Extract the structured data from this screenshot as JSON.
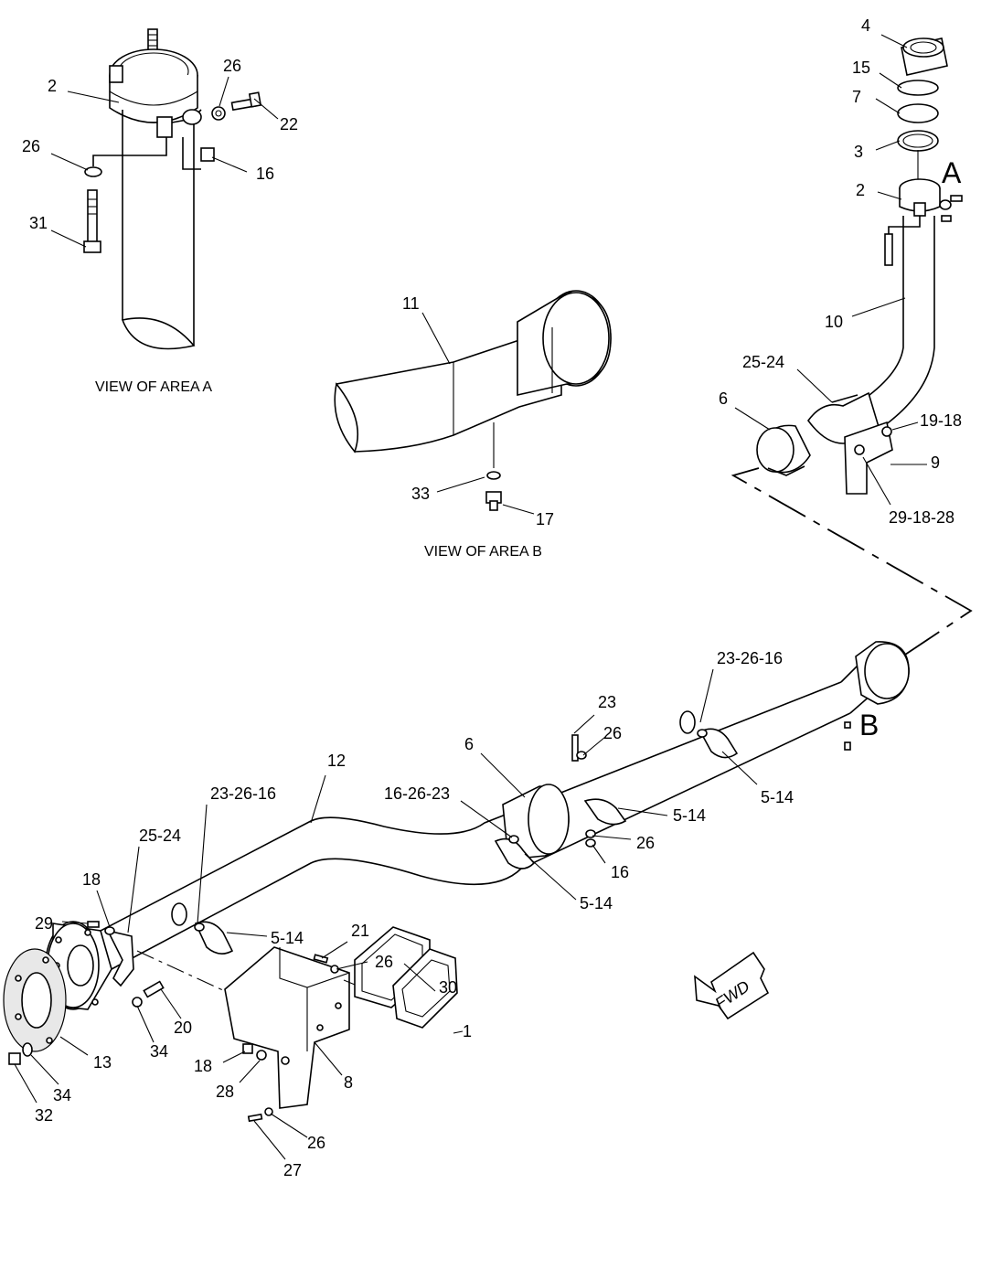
{
  "captions": {
    "view_a": "VIEW OF AREA  A",
    "view_b": "VIEW OF AREA B"
  },
  "area_markers": {
    "a": "A",
    "b": "B"
  },
  "direction_arrow": "FWD",
  "callouts": [
    "4",
    "15",
    "7",
    "3",
    "2",
    "10",
    "25-24",
    "6",
    "19-18",
    "9",
    "29-18-28",
    "11",
    "33",
    "17",
    "2",
    "26",
    "22",
    "26",
    "16",
    "31",
    "23-26-16",
    "23",
    "26",
    "6",
    "5-14",
    "16-26-23",
    "5-14",
    "26",
    "16",
    "5-14",
    "12",
    "23-26-16",
    "25-24",
    "18",
    "29",
    "5-14",
    "21",
    "26",
    "30",
    "1",
    "20",
    "34",
    "13",
    "34",
    "32",
    "18",
    "28",
    "8",
    "26",
    "27"
  ]
}
